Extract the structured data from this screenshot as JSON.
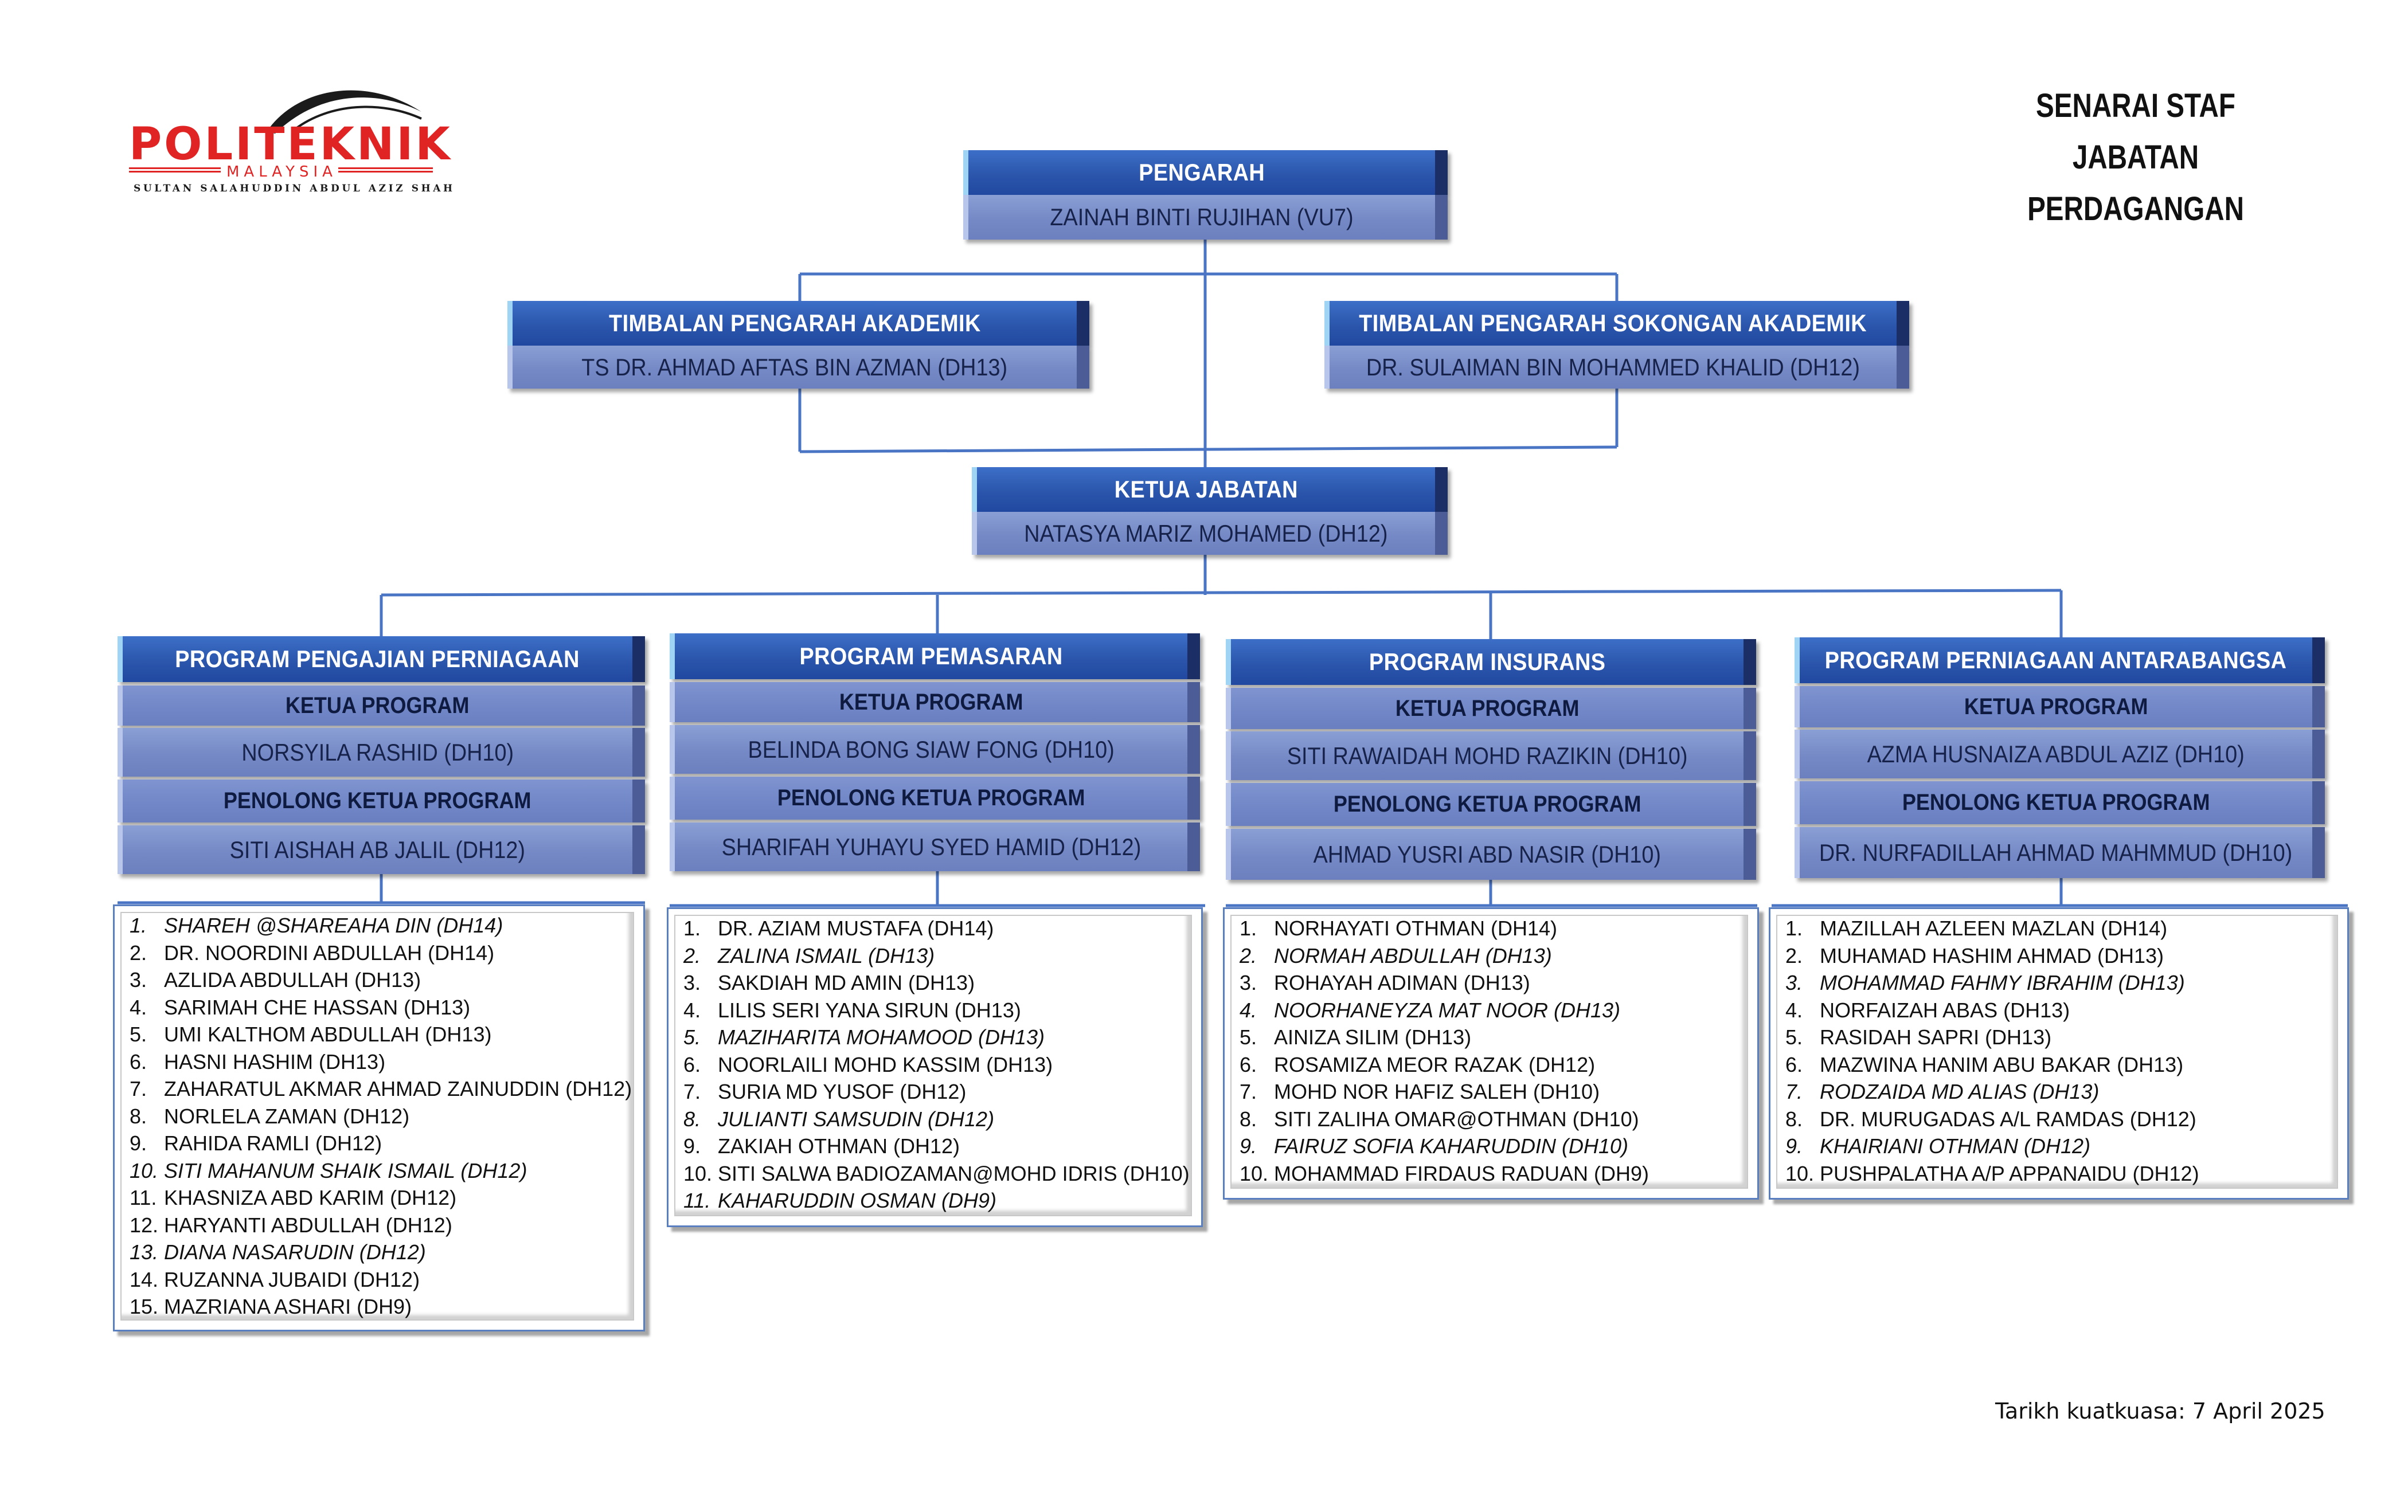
{
  "logo": {
    "name": "POLITEKNIK",
    "country": "MALAYSIA",
    "sub": "SULTAN SALAHUDDIN ABDUL AZIZ SHAH",
    "color": "#e02424"
  },
  "title": {
    "line1": "SENARAI STAF",
    "line2": "JABATAN PERDAGANGAN"
  },
  "pengarah": {
    "label": "PENGARAH",
    "name": "ZAINAH BINTI RUJIHAN (VU7)"
  },
  "tpa": {
    "label": "TIMBALAN PENGARAH AKADEMIK",
    "name": "TS DR. AHMAD AFTAS BIN AZMAN (DH13)"
  },
  "tpsa": {
    "label": "TIMBALAN PENGARAH SOKONGAN AKADEMIK",
    "name": "DR. SULAIMAN BIN MOHAMMED KHALID (DH12)"
  },
  "kj": {
    "label": "KETUA JABATAN",
    "name": "NATASYA MARIZ MOHAMED (DH12)"
  },
  "programs": [
    {
      "title": "PROGRAM PENGAJIAN PERNIAGAAN",
      "kp_label": "KETUA PROGRAM",
      "kp_name": "NORSYILA RASHID (DH10)",
      "pkp_label": "PENOLONG KETUA PROGRAM",
      "pkp_name": "SITI AISHAH AB JALIL (DH12)",
      "staff": [
        {
          "n": "1.",
          "name": "SHAREH @SHAREAHA DIN (DH14)",
          "italic": true
        },
        {
          "n": "2.",
          "name": "DR. NOORDINI ABDULLAH (DH14)",
          "italic": false
        },
        {
          "n": "3.",
          "name": "AZLIDA ABDULLAH (DH13)",
          "italic": false
        },
        {
          "n": "4.",
          "name": "SARIMAH CHE HASSAN (DH13)",
          "italic": false
        },
        {
          "n": "5.",
          "name": "UMI KALTHOM ABDULLAH (DH13)",
          "italic": false
        },
        {
          "n": "6.",
          "name": "HASNI HASHIM (DH13)",
          "italic": false
        },
        {
          "n": "7.",
          "name": "ZAHARATUL AKMAR AHMAD ZAINUDDIN (DH12)",
          "italic": false
        },
        {
          "n": "8.",
          "name": "NORLELA ZAMAN (DH12)",
          "italic": false
        },
        {
          "n": "9.",
          "name": "RAHIDA RAMLI (DH12)",
          "italic": false
        },
        {
          "n": "10.",
          "name": "SITI MAHANUM SHAIK ISMAIL (DH12)",
          "italic": true
        },
        {
          "n": "11.",
          "name": "KHASNIZA ABD KARIM (DH12)",
          "italic": false
        },
        {
          "n": "12.",
          "name": "HARYANTI ABDULLAH (DH12)",
          "italic": false
        },
        {
          "n": "13.",
          "name": "DIANA NASARUDIN (DH12)",
          "italic": true
        },
        {
          "n": "14.",
          "name": "RUZANNA JUBAIDI (DH12)",
          "italic": false
        },
        {
          "n": "15.",
          "name": "MAZRIANA ASHARI (DH9)",
          "italic": false
        }
      ]
    },
    {
      "title": "PROGRAM PEMASARAN",
      "kp_label": "KETUA PROGRAM",
      "kp_name": "BELINDA BONG SIAW FONG (DH10)",
      "pkp_label": "PENOLONG KETUA PROGRAM",
      "pkp_name": "SHARIFAH YUHAYU SYED HAMID (DH12)",
      "staff": [
        {
          "n": "1.",
          "name": "DR. AZIAM MUSTAFA (DH14)",
          "italic": false
        },
        {
          "n": "2.",
          "name": "ZALINA ISMAIL (DH13)",
          "italic": true
        },
        {
          "n": "3.",
          "name": "SAKDIAH MD AMIN (DH13)",
          "italic": false
        },
        {
          "n": "4.",
          "name": "LILIS SERI YANA SIRUN (DH13)",
          "italic": false
        },
        {
          "n": "5.",
          "name": "MAZIHARITA MOHAMOOD (DH13)",
          "italic": true
        },
        {
          "n": "6.",
          "name": "NOORLAILI MOHD KASSIM (DH13)",
          "italic": false
        },
        {
          "n": "7.",
          "name": "SURIA MD YUSOF (DH12)",
          "italic": false
        },
        {
          "n": "8.",
          "name": "JULIANTI SAMSUDIN (DH12)",
          "italic": true
        },
        {
          "n": "9.",
          "name": "ZAKIAH OTHMAN (DH12)",
          "italic": false
        },
        {
          "n": "10.",
          "name": "SITI SALWA BADIOZAMAN@MOHD IDRIS (DH10)",
          "italic": false
        },
        {
          "n": "11.",
          "name": "KAHARUDDIN OSMAN (DH9)",
          "italic": true
        }
      ]
    },
    {
      "title": "PROGRAM  INSURANS",
      "kp_label": "KETUA PROGRAM",
      "kp_name": "SITI RAWAIDAH MOHD RAZIKIN (DH10)",
      "pkp_label": "PENOLONG KETUA PROGRAM",
      "pkp_name": "AHMAD YUSRI ABD NASIR (DH10)",
      "staff": [
        {
          "n": "1.",
          "name": "NORHAYATI OTHMAN (DH14)",
          "italic": false
        },
        {
          "n": "2.",
          "name": "NORMAH ABDULLAH (DH13)",
          "italic": true
        },
        {
          "n": "3.",
          "name": "ROHAYAH ADIMAN (DH13)",
          "italic": false
        },
        {
          "n": "4.",
          "name": "NOORHANEYZA MAT NOOR (DH13)",
          "italic": true
        },
        {
          "n": "5.",
          "name": "AINIZA SILIM (DH13)",
          "italic": false
        },
        {
          "n": "6.",
          "name": "ROSAMIZA MEOR RAZAK (DH12)",
          "italic": false
        },
        {
          "n": "7.",
          "name": "MOHD NOR HAFIZ SALEH (DH10)",
          "italic": false
        },
        {
          "n": "8.",
          "name": "SITI ZALIHA OMAR@OTHMAN (DH10)",
          "italic": false
        },
        {
          "n": "9.",
          "name": "FAIRUZ SOFIA KAHARUDDIN (DH10)",
          "italic": true
        },
        {
          "n": "10.",
          "name": "MOHAMMAD FIRDAUS RADUAN (DH9)",
          "italic": false
        }
      ]
    },
    {
      "title": "PROGRAM PERNIAGAAN ANTARABANGSA",
      "kp_label": "KETUA PROGRAM",
      "kp_name": "AZMA HUSNAIZA ABDUL AZIZ (DH10)",
      "pkp_label": "PENOLONG KETUA PROGRAM",
      "pkp_name": "DR. NURFADILLAH AHMAD MAHMMUD (DH10)",
      "staff": [
        {
          "n": "1.",
          "name": "MAZILLAH AZLEEN MAZLAN (DH14)",
          "italic": false
        },
        {
          "n": "2.",
          "name": "MUHAMAD HASHIM AHMAD (DH13)",
          "italic": false
        },
        {
          "n": "3.",
          "name": "MOHAMMAD FAHMY IBRAHIM (DH13)",
          "italic": true
        },
        {
          "n": "4.",
          "name": "NORFAIZAH ABAS (DH13)",
          "italic": false
        },
        {
          "n": "5.",
          "name": "RASIDAH SAPRI (DH13)",
          "italic": false
        },
        {
          "n": "6.",
          "name": "MAZWINA HANIM ABU BAKAR (DH13)",
          "italic": false
        },
        {
          "n": "7.",
          "name": "RODZAIDA MD ALIAS (DH13)",
          "italic": true
        },
        {
          "n": "8.",
          "name": "DR. MURUGADAS A/L RAMDAS (DH12)",
          "italic": false
        },
        {
          "n": "9.",
          "name": "KHAIRIANI OTHMAN (DH12)",
          "italic": true
        },
        {
          "n": "10.",
          "name": "PUSHPALATHA A/P APPANAIDU (DH12)",
          "italic": false
        }
      ]
    }
  ],
  "footer": {
    "date": "Tarikh kuatkuasa: 7 April 2025"
  },
  "colors": {
    "header_blue": "#2b56ac",
    "value_blue": "#7589c6",
    "line_blue": "#4a74c4"
  }
}
